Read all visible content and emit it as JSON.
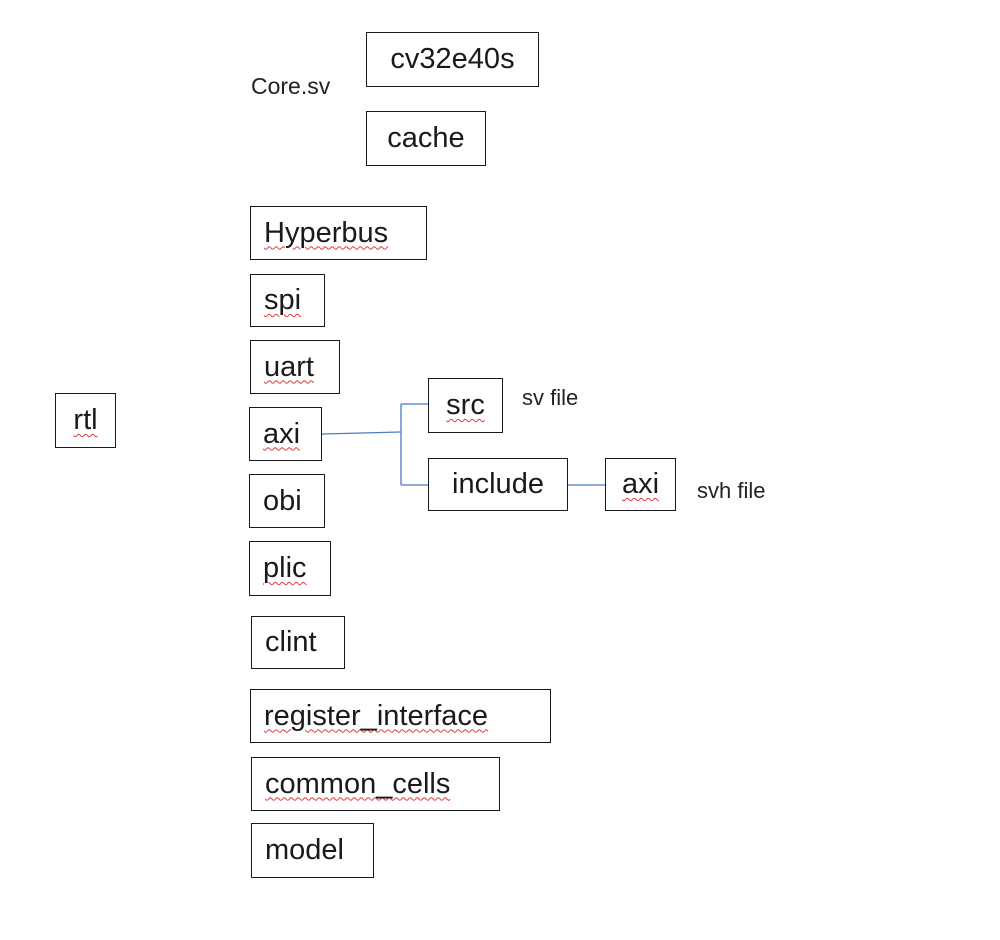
{
  "root": {
    "label": "rtl"
  },
  "core": {
    "label": "Core.sv",
    "children": [
      {
        "label": "cv32e40s"
      },
      {
        "label": "cache"
      }
    ]
  },
  "modules": [
    {
      "label": "Hyperbus"
    },
    {
      "label": "spi"
    },
    {
      "label": "uart"
    },
    {
      "label": "axi"
    },
    {
      "label": "obi"
    },
    {
      "label": "plic"
    },
    {
      "label": "clint"
    },
    {
      "label": "register_interface"
    },
    {
      "label": "common_cells"
    },
    {
      "label": "model"
    }
  ],
  "axi_children": {
    "src": {
      "label": "src",
      "note": "sv file"
    },
    "include": {
      "label": "include",
      "child": {
        "label": "axi",
        "note": "svh file"
      }
    }
  },
  "colors": {
    "connector": "#4a7bc4",
    "border": "#1a1a1a",
    "spellcheck": "#e03a3a"
  }
}
